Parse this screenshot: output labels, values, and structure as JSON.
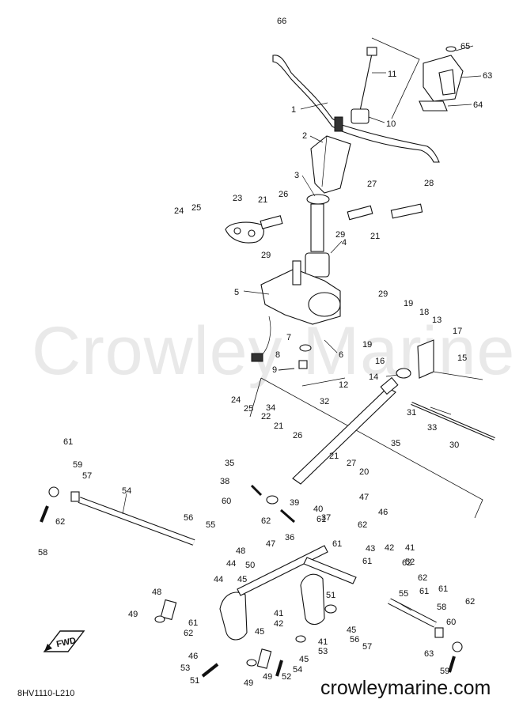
{
  "watermark": "Crowley Marine",
  "website": "crowleymarine.com",
  "diagram_code": "8HV1110-L210",
  "fwd_label": "FWD",
  "callouts": [
    "1",
    "2",
    "3",
    "4",
    "5",
    "6",
    "7",
    "8",
    "9",
    "10",
    "11",
    "12",
    "13",
    "14",
    "15",
    "16",
    "17",
    "18",
    "19",
    "19",
    "20",
    "21",
    "21",
    "21",
    "21",
    "22",
    "23",
    "24",
    "24",
    "25",
    "25",
    "26",
    "26",
    "27",
    "27",
    "28",
    "29",
    "29",
    "29",
    "30",
    "31",
    "32",
    "33",
    "34",
    "35",
    "35",
    "36",
    "37",
    "38",
    "39",
    "40",
    "41",
    "41",
    "41",
    "42",
    "42",
    "43",
    "44",
    "44",
    "45",
    "45",
    "45",
    "45",
    "46",
    "46",
    "47",
    "47",
    "48",
    "48",
    "49",
    "49",
    "49",
    "50",
    "51",
    "51",
    "52",
    "52",
    "53",
    "53",
    "54",
    "54",
    "55",
    "55",
    "56",
    "56",
    "57",
    "57",
    "58",
    "58",
    "59",
    "59",
    "60",
    "60",
    "61",
    "61",
    "61",
    "61",
    "61",
    "61",
    "61",
    "62",
    "62",
    "62",
    "62",
    "62",
    "62",
    "62",
    "63",
    "63",
    "64",
    "65",
    "66"
  ]
}
